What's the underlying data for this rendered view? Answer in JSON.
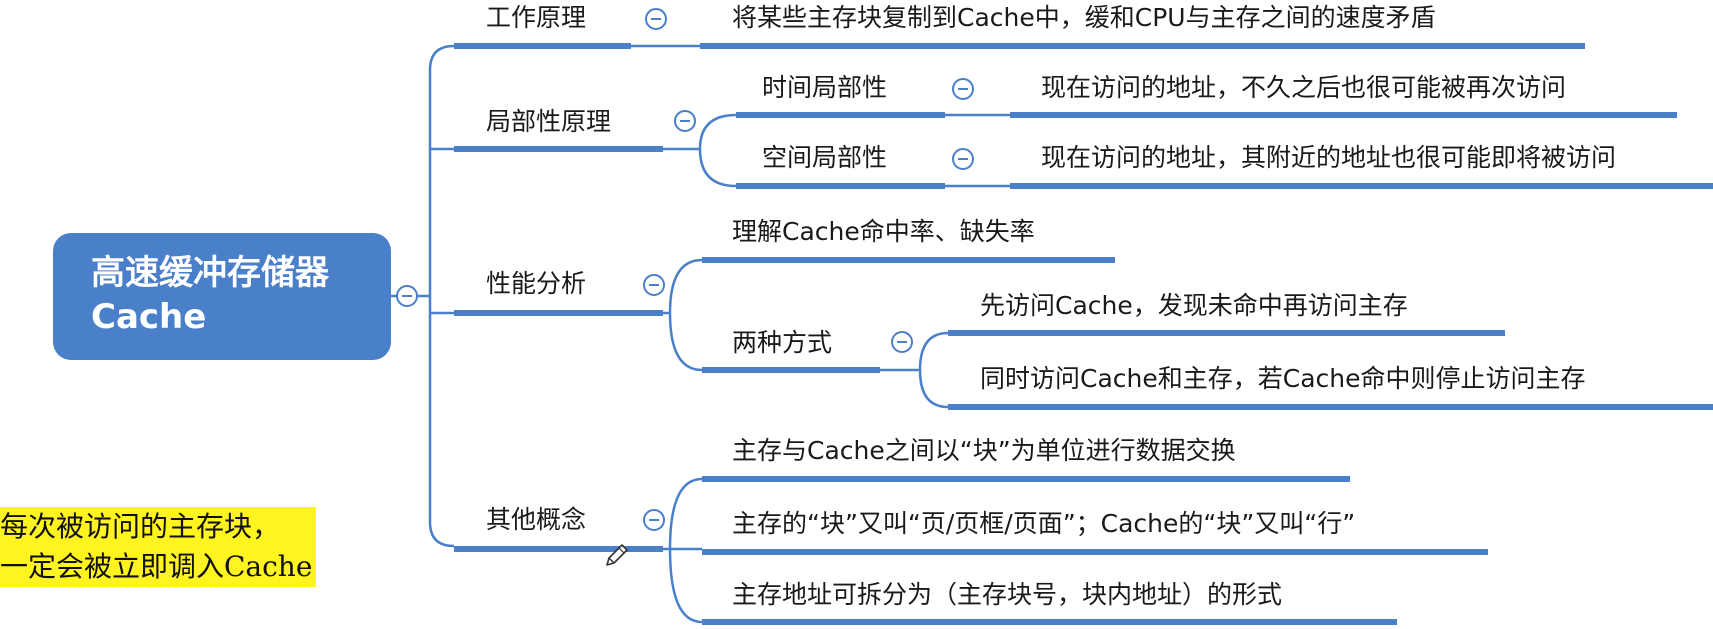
{
  "root": {
    "line1": "高速缓冲存储器",
    "line2": "Cache"
  },
  "branches": {
    "work": {
      "label": "工作原理",
      "detail": "将某些主存块复制到Cache中，缓和CPU与主存之间的速度矛盾"
    },
    "locality": {
      "label": "局部性原理",
      "temporal": {
        "label": "时间局部性",
        "detail": "现在访问的地址，不久之后也很可能被再次访问"
      },
      "spatial": {
        "label": "空间局部性",
        "detail": "现在访问的地址，其附近的地址也很可能即将被访问"
      }
    },
    "performance": {
      "label": "性能分析",
      "hit_rate": "理解Cache命中率、缺失率",
      "two_ways": {
        "label": "两种方式",
        "way1": "先访问Cache，发现未命中再访问主存",
        "way2": "同时访问Cache和主存，若Cache命中则停止访问主存"
      }
    },
    "other": {
      "label": "其他概念",
      "item1": "主存与Cache之间以“块”为单位进行数据交换",
      "item2": "主存的“块”又叫“页/页框/页面”；Cache的“块”又叫“行”",
      "item3": "主存地址可拆分为（主存块号，块内地址）的形式"
    }
  },
  "annotation": {
    "line1": "每次被访问的主存块，",
    "line2": "一定会被立即调入Cache"
  },
  "colors": {
    "accent": "#4a7fc9",
    "highlight": "#fff320"
  }
}
